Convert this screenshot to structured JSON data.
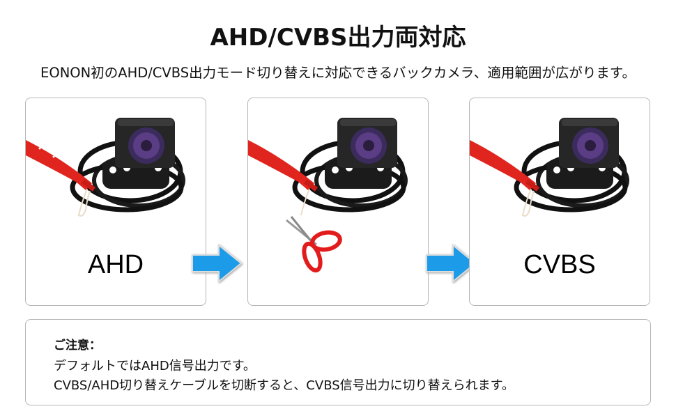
{
  "title": "AHD/CVBS出力両対応",
  "subtitle": "EONON初のAHD/CVBS出力モード切り替えに対応できるバックカメラ、適用範囲が広がります。",
  "panels": [
    {
      "label": "AHD",
      "image": "rear-camera-with-red-cable"
    },
    {
      "label": "",
      "image": "rear-camera-cable-cut-with-scissors"
    },
    {
      "label": "CVBS",
      "image": "rear-camera-with-red-cable"
    }
  ],
  "arrows": [
    "right-arrow-icon",
    "right-arrow-icon"
  ],
  "colors": {
    "arrow": "#1e9be8",
    "cable": "#e0251f",
    "scissors": "#e21c1c"
  },
  "note": {
    "title": "ご注意：",
    "lines": [
      "デフォルトではAHD信号出力です。",
      "CVBS/AHD切り替えケーブルを切断すると、CVBS信号出力に切り替えられます。"
    ]
  }
}
